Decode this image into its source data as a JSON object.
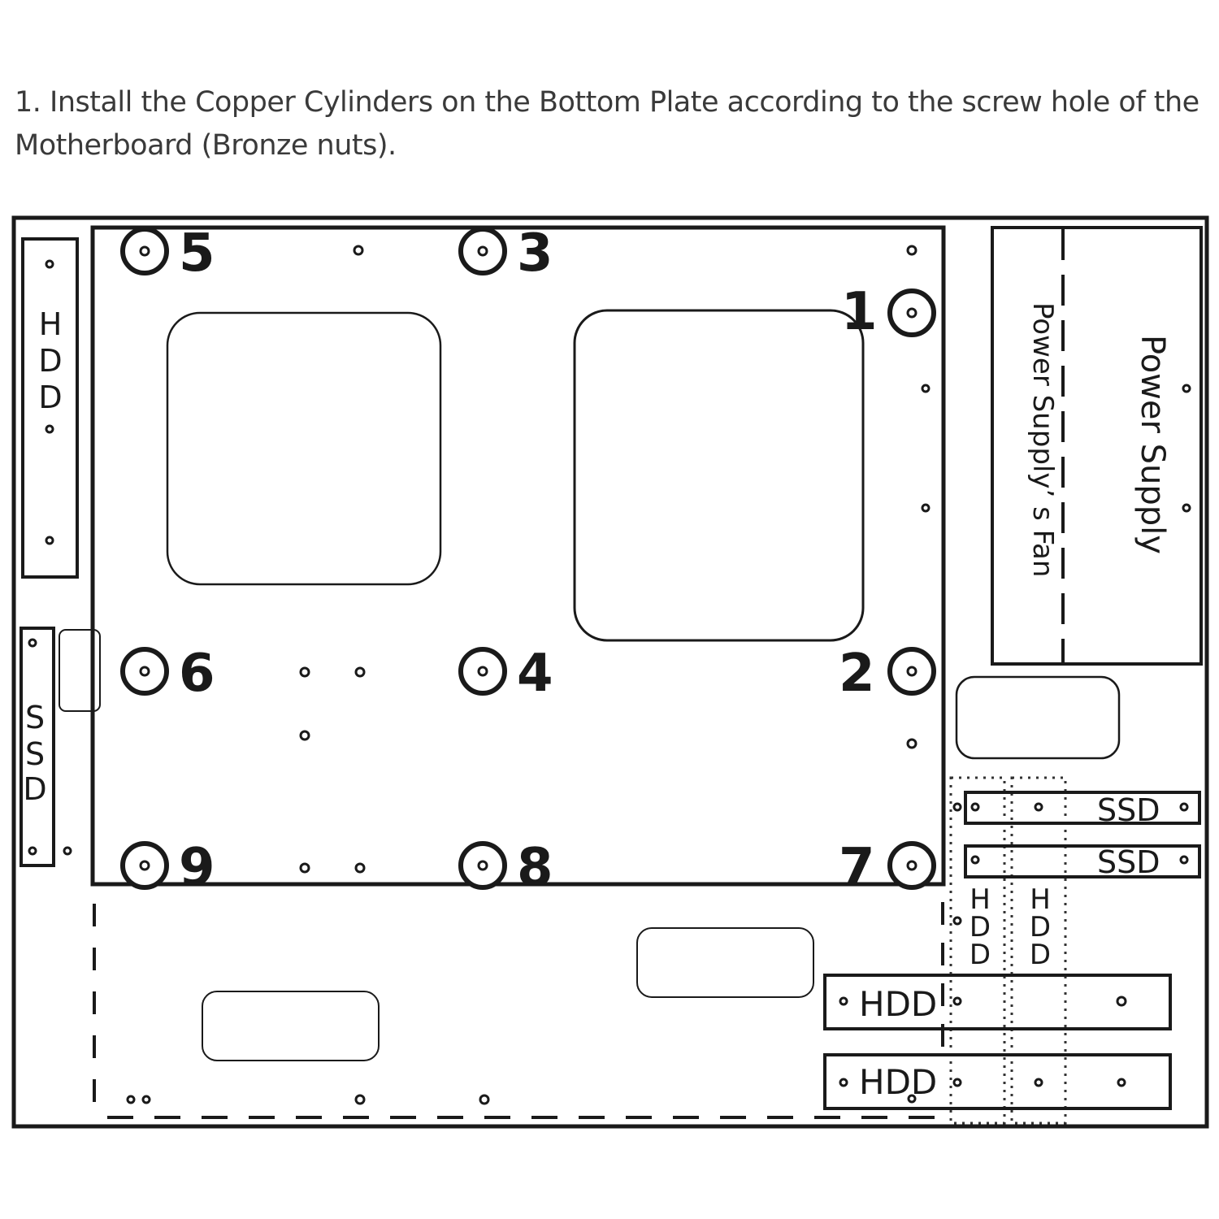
{
  "instruction": "1. Install the Copper Cylinders on the Bottom Plate according to the screw hole of the Motherboard (Bronze nuts).",
  "standoffs": [
    {
      "number": "1",
      "label": "standoff-1"
    },
    {
      "number": "2",
      "label": "standoff-2"
    },
    {
      "number": "3",
      "label": "standoff-3"
    },
    {
      "number": "4",
      "label": "standoff-4"
    },
    {
      "number": "5",
      "label": "standoff-5"
    },
    {
      "number": "6",
      "label": "standoff-6"
    },
    {
      "number": "7",
      "label": "standoff-7"
    },
    {
      "number": "8",
      "label": "standoff-8"
    },
    {
      "number": "9",
      "label": "standoff-9"
    }
  ],
  "labels": {
    "hdd_left": "HDD",
    "ssd_left": "SSD",
    "power_supply": "Power Supply",
    "power_supply_fan": "Power Supply’ s Fan",
    "ssd_bay_1": "SSD",
    "ssd_bay_2": "SSD",
    "hdd_vertical_1": "HDD",
    "hdd_vertical_2": "HDD",
    "hdd_bay_1": "HDD",
    "hdd_bay_2": "HDD"
  }
}
